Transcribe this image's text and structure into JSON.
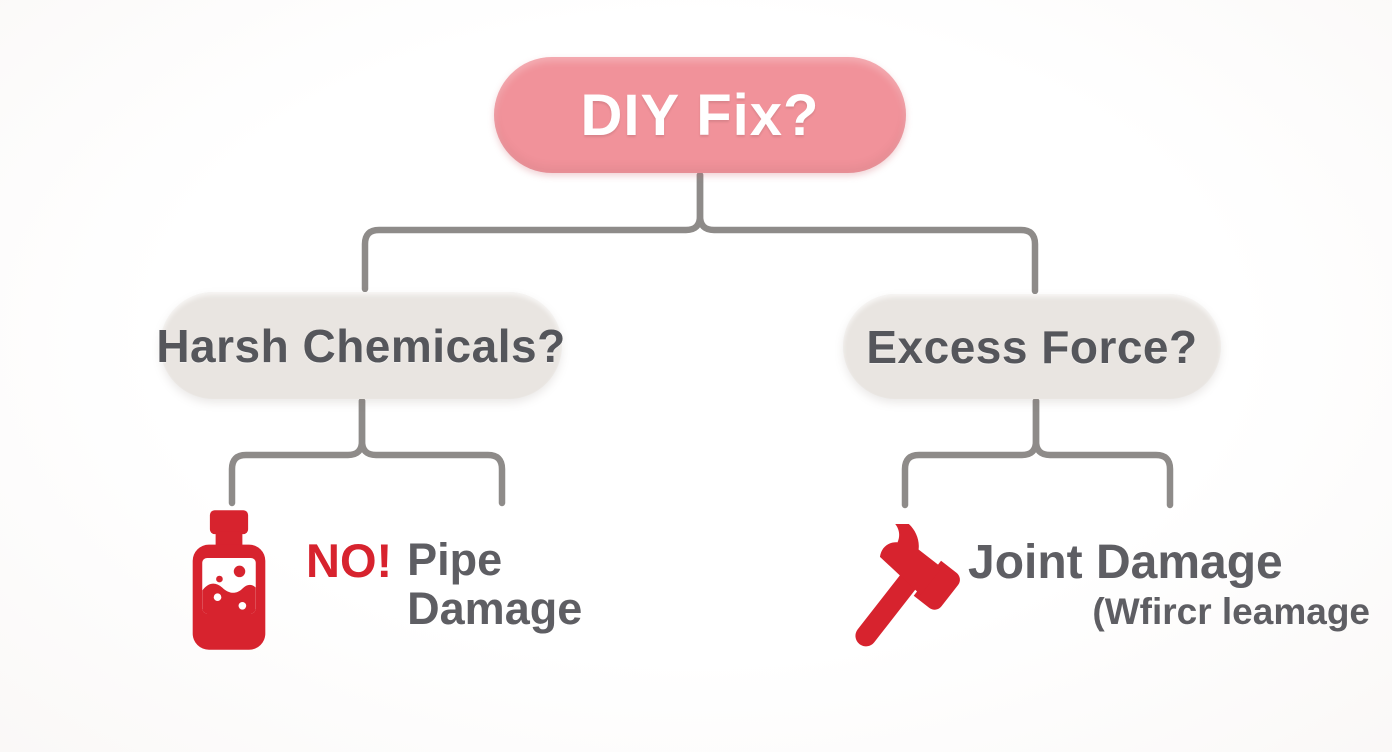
{
  "colors": {
    "pink": "#f1929a",
    "red": "#d7232e",
    "pill": "#e9e5e1",
    "dark-text": "#55565b",
    "gray-text": "#5e5e63",
    "connector": "#8e8b89"
  },
  "diagram": {
    "root": {
      "label": "DIY Fix?"
    },
    "left_branch": {
      "question": "Harsh Chemicals?",
      "outcome": {
        "icon": "chemical-bottle-icon",
        "warning": "NO!",
        "line1": "Pipe",
        "line2": "Damage"
      }
    },
    "right_branch": {
      "question": "Excess Force?",
      "outcome": {
        "icon": "hammer-icon",
        "line1": "Joint Damage",
        "line2": "(Wfircr leamage"
      }
    }
  }
}
